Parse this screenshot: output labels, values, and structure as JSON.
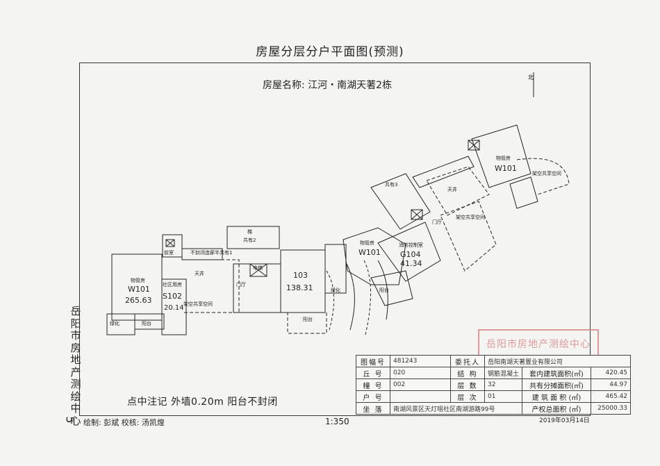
{
  "title": "房屋分层分户平面图(预测)",
  "building_name": "房屋名称: 江河・南湖天著2栋",
  "north_label": "北",
  "side_org": "岳阳市房地产测绘中心",
  "side_number": "5",
  "note": "点中注记  外墙0.20m  阳台不封闭",
  "drawer": "绘制: 彭斌    校核: 汤凯煌",
  "scale": "1:350",
  "date": "2019年03月14日",
  "stamp_text": "岳阳市房地产测绘中心",
  "info_table": {
    "rows": [
      [
        "图幅号",
        "481243",
        "委托人",
        "岳阳南湖天著置业有限公司"
      ],
      [
        "丘    号",
        "020",
        "结    构",
        "钢筋混凝土",
        "套内建筑面积(㎡)",
        "420.45"
      ],
      [
        "幢    号",
        "002",
        "层    数",
        "32",
        "共有分摊面积(㎡)",
        "44.97"
      ],
      [
        "户    号",
        "",
        "层    次",
        "01",
        "建 筑 面 积 (㎡)",
        "465.42"
      ],
      [
        "坐    落",
        "南湖风景区天灯咀社区南湖游路99号",
        "产权总面积 (㎡)",
        "25000.33"
      ]
    ]
  },
  "plan_labels": {
    "w101_left": "W101",
    "w101_left_area": "265.63",
    "w101_left_use": "物管房",
    "s102": "S102",
    "s102_area": "20.14",
    "s102_use": "社区用房",
    "u103": "103",
    "u103_area": "138.31",
    "w101_mid": "W101",
    "w101_mid_use": "物管房",
    "g104": "G104",
    "g104_area": "41.34",
    "g104_use": "消防控制室",
    "w101_right": "W101",
    "w101_right_use": "物管房",
    "tianjing": "天井",
    "lobby": "架空共享空间",
    "stair": "梯",
    "shared2": "共有2",
    "shared3": "共有3",
    "elevator": "电梯",
    "mendian": "门厅",
    "balcony": "阳台",
    "green": "绿化",
    "frontroom": "前室",
    "corridor": "不封闭连廊半共有1"
  }
}
